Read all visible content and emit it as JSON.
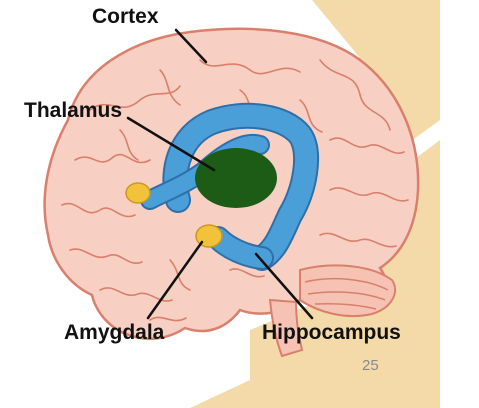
{
  "labels": {
    "cortex": "Cortex",
    "thalamus": "Thalamus",
    "amygdala": "Amygdala",
    "hippocampus": "Hippocampus"
  },
  "page_number": "25",
  "colors": {
    "brain_fill": "#f7d0c3",
    "brain_outline": "#d97f6c",
    "hippocampus": "#4a9fd8",
    "thalamus": "#1d5c16",
    "amygdala": "#f2c23a",
    "watermark": "#f3d49a"
  }
}
